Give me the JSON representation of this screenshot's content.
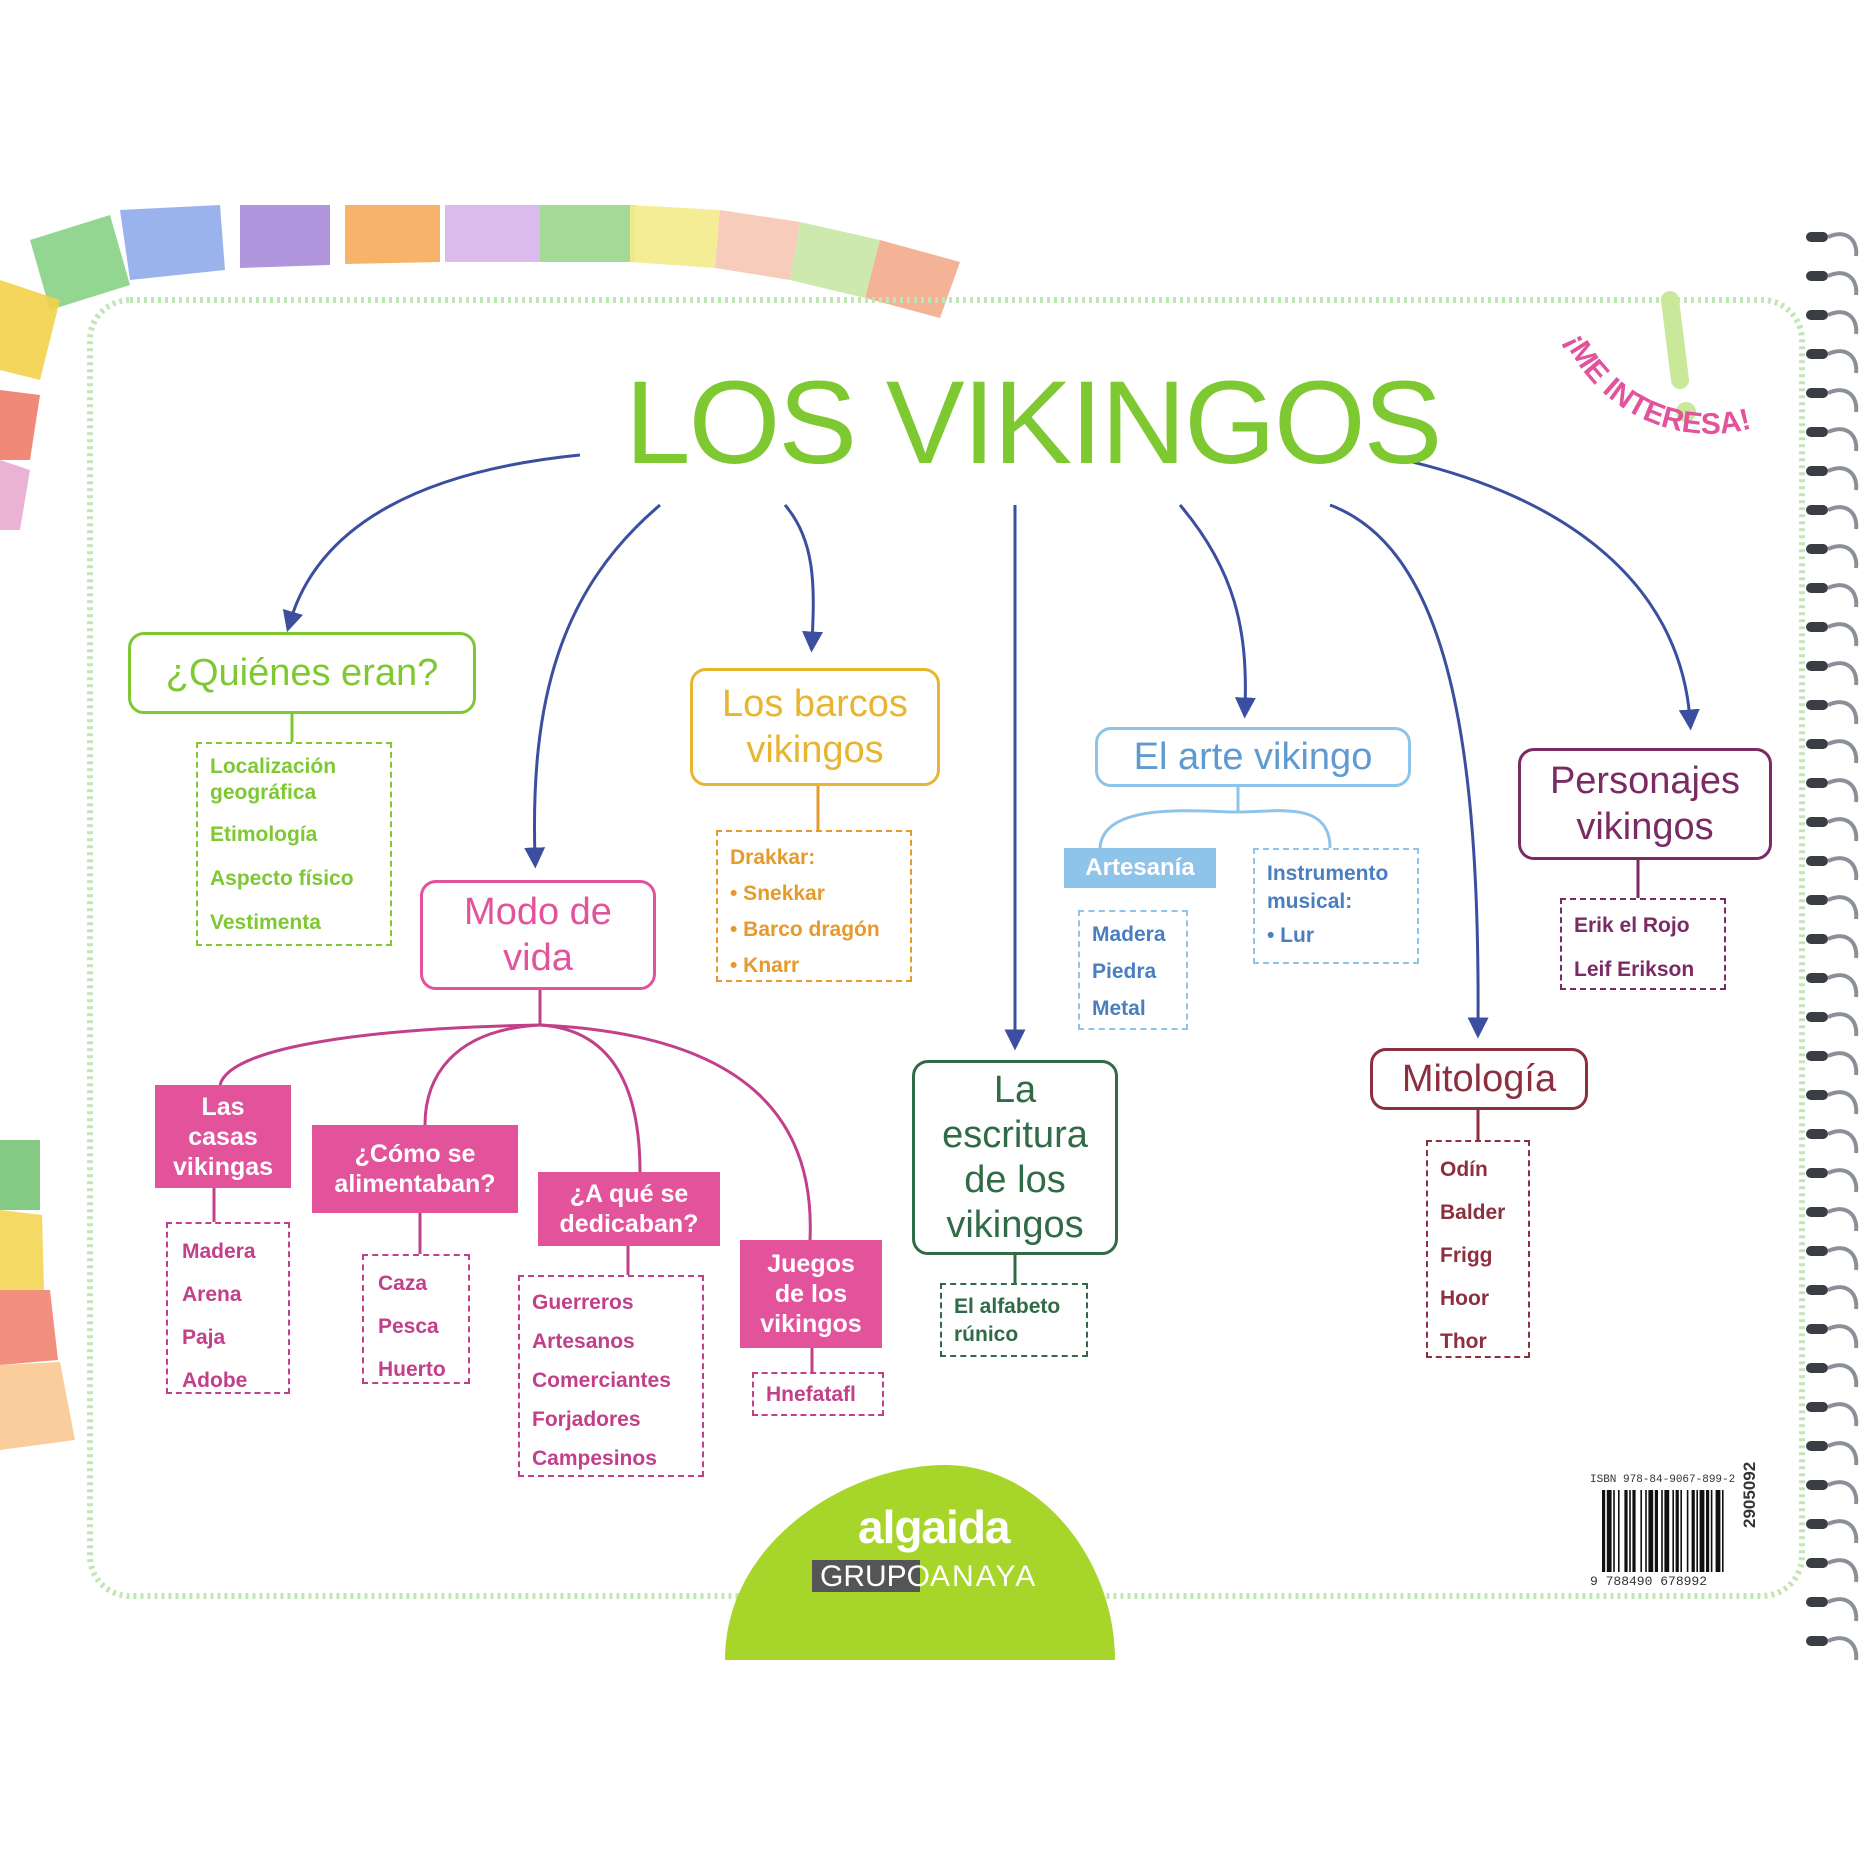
{
  "title": "LOS VIKINGOS",
  "badge": "¡ME INTERESA!",
  "colors": {
    "green": "#7ec832",
    "yellow": "#e8b530",
    "orange": "#e59a2b",
    "pink": "#e2539b",
    "magenta": "#c2408a",
    "blue": "#8fc4ea",
    "dark_green": "#2e6b46",
    "dark_red": "#8c2f3f",
    "purple": "#7a2b63",
    "arrow": "#3b4ea0"
  },
  "nodes": {
    "quienes": {
      "label": "¿Quiénes eran?",
      "items": [
        "Localización geográfica",
        "Etimología",
        "Aspecto físico",
        "Vestimenta"
      ]
    },
    "barcos": {
      "label": "Los barcos vikingos",
      "heading": "Drakkar:",
      "items": [
        "• Snekkar",
        "• Barco dragón",
        "• Knarr"
      ]
    },
    "modo": {
      "label": "Modo de vida",
      "children": [
        {
          "label": "Las casas vikingas",
          "items": [
            "Madera",
            "Arena",
            "Paja",
            "Adobe"
          ]
        },
        {
          "label": "¿Cómo se alimentaban?",
          "items": [
            "Caza",
            "Pesca",
            "Huerto"
          ]
        },
        {
          "label": "¿A qué se dedicaban?",
          "items": [
            "Guerreros",
            "Artesanos",
            "Comerciantes",
            "Forjadores",
            "Campesinos"
          ]
        },
        {
          "label": "Juegos de los vikingos",
          "items": [
            "Hnefatafl"
          ]
        }
      ]
    },
    "escritura": {
      "label": "La escritura de los vikingos",
      "items": [
        "El alfabeto rúnico"
      ]
    },
    "arte": {
      "label": "El arte vikingo",
      "artesania": {
        "label": "Artesanía",
        "items": [
          "Madera",
          "Piedra",
          "Metal"
        ]
      },
      "instrumento": {
        "label": "Instrumento musical:",
        "items": [
          "• Lur"
        ]
      }
    },
    "mitologia": {
      "label": "Mitología",
      "items": [
        "Odín",
        "Balder",
        "Frigg",
        "Hoor",
        "Thor"
      ]
    },
    "personajes": {
      "label": "Personajes vikingos",
      "items": [
        "Erik el Rojo",
        "Leif Erikson"
      ]
    }
  },
  "publisher": {
    "name": "algaida",
    "group": "GRUPO",
    "brand": "ANAYA"
  },
  "isbn": "ISBN 978-84-9067-899-2",
  "barcode_digits": "9 788490 678992",
  "code": "2905092"
}
